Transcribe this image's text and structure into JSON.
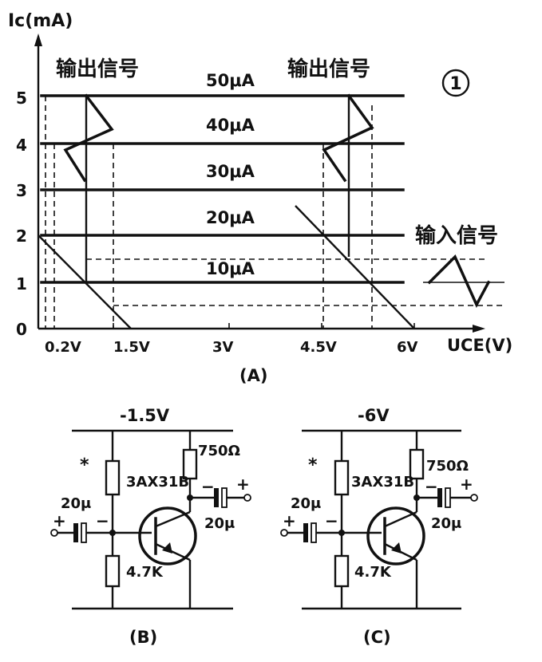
{
  "graph": {
    "y_axis_label": "Ic(mA)",
    "x_axis_label": "UCE(V)",
    "badge": "1",
    "caption": "(A)",
    "y_ticks": [
      "0",
      "1",
      "2",
      "3",
      "4",
      "5"
    ],
    "x_ticks": [
      "0.2V",
      "1.5V",
      "3V",
      "4.5V",
      "6V"
    ],
    "curve_labels": [
      "50μA",
      "40μA",
      "30μA",
      "20μA",
      "10μA"
    ],
    "output_signal_label_left": "输出信号",
    "output_signal_label_right": "输出信号",
    "input_signal_label": "输入信号"
  },
  "circuit_b": {
    "caption": "(B)",
    "supply": "-1.5V",
    "collector_resistor": "750Ω",
    "transistor": "3AX31B",
    "input_cap": "20μ",
    "output_cap": "20μ",
    "base_resistor": "4.7K",
    "star": "*",
    "plus_in": "+",
    "minus_in": "−",
    "minus_out": "−",
    "plus_out": "+"
  },
  "circuit_c": {
    "caption": "(C)",
    "supply": "-6V",
    "collector_resistor": "750Ω",
    "transistor": "3AX31B",
    "input_cap": "20μ",
    "output_cap": "20μ",
    "base_resistor": "4.7K",
    "star": "*",
    "plus_in": "+",
    "minus_in": "−",
    "minus_out": "−",
    "plus_out": "+"
  }
}
